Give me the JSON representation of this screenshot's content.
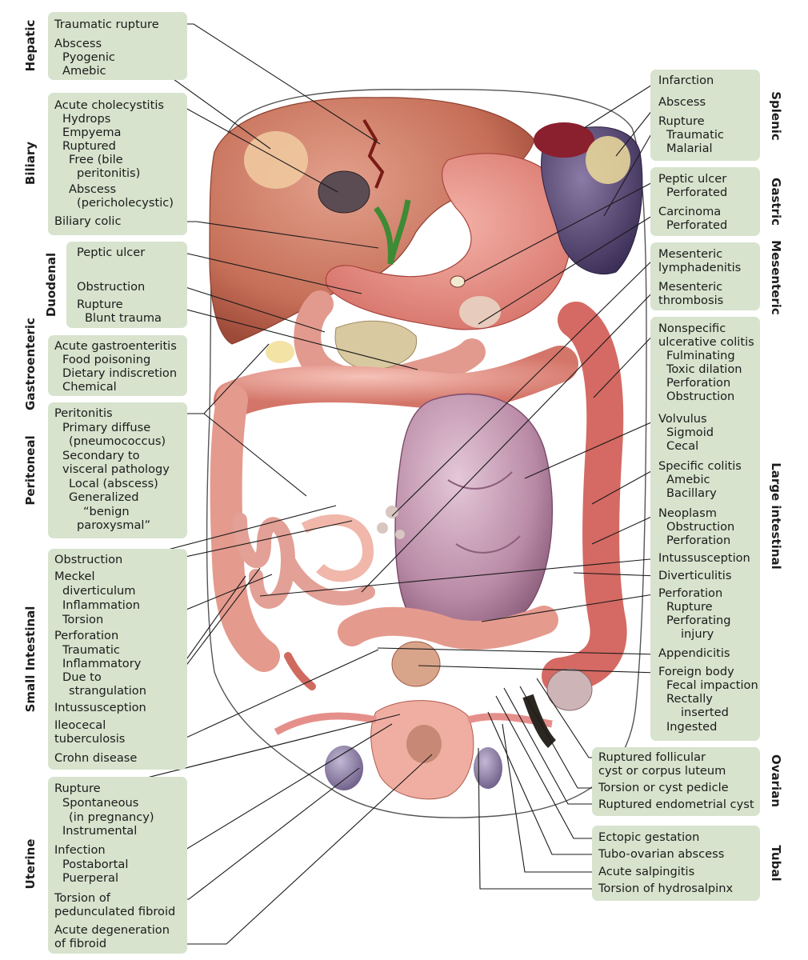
{
  "hepatic": {
    "category": "Hepatic",
    "lines": [
      "Traumatic rupture",
      "Abscess",
      "Pyogenic",
      "Amebic"
    ]
  },
  "biliary": {
    "category": "Biliary",
    "lines": [
      "Acute cholecystitis",
      "Hydrops",
      "Empyema",
      "Ruptured",
      "Free (bile",
      "peritonitis)",
      "Abscess",
      "(pericholecystic)",
      "Biliary colic"
    ]
  },
  "duodenal": {
    "category": "Duodenal",
    "lines": [
      "Peptic ulcer",
      "Obstruction",
      "Rupture",
      "Blunt trauma"
    ]
  },
  "gastroenteric": {
    "category": "Gastroenteric",
    "lines": [
      "Acute gastroenteritis",
      "Food poisoning",
      "Dietary indiscretion",
      "Chemical"
    ]
  },
  "peritoneal": {
    "category": "Peritoneal",
    "lines": [
      "Peritonitis",
      "Primary diffuse",
      "(pneumococcus)",
      "Secondary to",
      "visceral pathology",
      "Local (abscess)",
      "Generalized",
      "“benign",
      "paroxysmal”"
    ]
  },
  "small_intestinal": {
    "category": "Small Intestinal",
    "lines": [
      "Obstruction",
      "Meckel",
      "diverticulum",
      "Inflammation",
      "Torsion",
      "Perforation",
      "Traumatic",
      "Inflammatory",
      "Due to",
      "strangulation",
      "Intussusception",
      "Ileocecal",
      "tuberculosis",
      "Crohn disease"
    ]
  },
  "uterine": {
    "category": "Uterine",
    "lines": [
      "Rupture",
      "Spontaneous",
      "(in pregnancy)",
      "Instrumental",
      "Infection",
      "Postabortal",
      "Puerperal",
      "Torsion of",
      "pedunculated fibroid",
      "Acute degeneration",
      "of fibroid"
    ]
  },
  "splenic": {
    "category": "Splenic",
    "lines": [
      "Infarction",
      "Abscess",
      "Rupture",
      "Traumatic",
      "Malarial"
    ]
  },
  "gastric": {
    "category": "Gastric",
    "lines": [
      "Peptic ulcer",
      "Perforated",
      "Carcinoma",
      "Perforated"
    ]
  },
  "mesenteric": {
    "category": "Mesenteric",
    "lines": [
      "Mesenteric",
      "lymphadenitis",
      "Mesenteric",
      "thrombosis"
    ]
  },
  "large_intestinal": {
    "category": "Large intestinal",
    "lines": [
      "Nonspecific",
      "ulcerative colitis",
      "Fulminating",
      "Toxic dilation",
      "Perforation",
      "Obstruction",
      "Volvulus",
      "Sigmoid",
      "Cecal",
      "Specific colitis",
      "Amebic",
      "Bacillary",
      "Neoplasm",
      "Obstruction",
      "Perforation",
      "Intussusception",
      "Diverticulitis",
      "Perforation",
      "Rupture",
      "Perforating",
      "injury",
      "Appendicitis",
      "Foreign body",
      "Fecal impaction",
      "Rectally",
      "inserted",
      "Ingested"
    ]
  },
  "ovarian": {
    "category": "Ovarian",
    "lines": [
      "Ruptured follicular",
      "cyst or corpus luteum",
      "Torsion or cyst pedicle",
      "Ruptured endometrial cyst"
    ]
  },
  "tubal": {
    "category": "Tubal",
    "lines": [
      "Ectopic gestation",
      "Tubo-ovarian abscess",
      "Acute salpingitis",
      "Torsion of hydrosalpinx"
    ]
  },
  "colors": {
    "label_box": "#d7e3cd",
    "liver": "#c8735e",
    "spleen": "#5b4a72",
    "bowel": "#e59a8e",
    "sigmoid_volvulus": "#b98aa6",
    "bile_duct": "#3f8a35"
  }
}
